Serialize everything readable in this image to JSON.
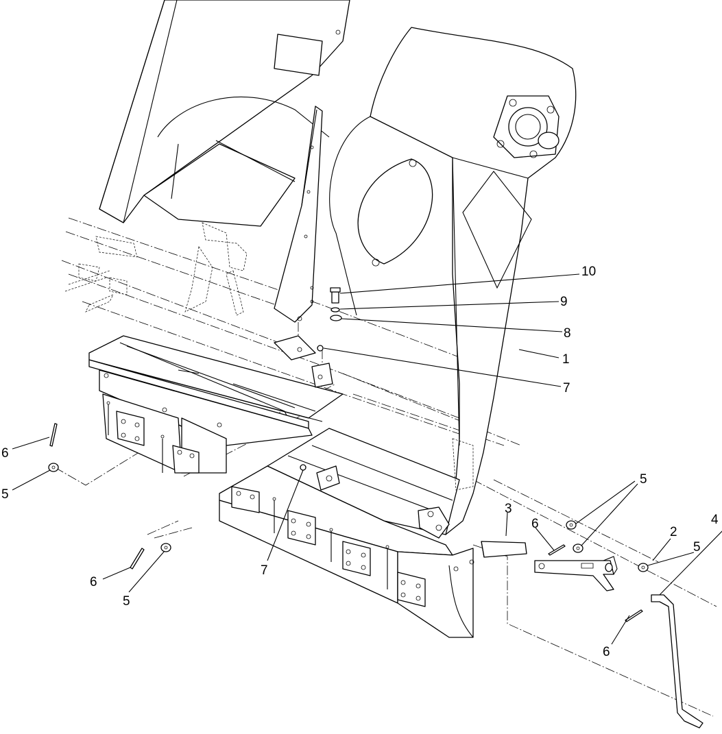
{
  "callouts": [
    {
      "id": "c10",
      "label": "10"
    },
    {
      "id": "c9",
      "label": "9"
    },
    {
      "id": "c8",
      "label": "8"
    },
    {
      "id": "c1",
      "label": "1"
    },
    {
      "id": "c7a",
      "label": "7"
    },
    {
      "id": "c7b",
      "label": "7"
    },
    {
      "id": "c6a",
      "label": "6"
    },
    {
      "id": "c5a",
      "label": "5"
    },
    {
      "id": "c6b",
      "label": "6"
    },
    {
      "id": "c5b",
      "label": "5"
    },
    {
      "id": "c3",
      "label": "3"
    },
    {
      "id": "c6c",
      "label": "6"
    },
    {
      "id": "c5c",
      "label": "5"
    },
    {
      "id": "c2",
      "label": "2"
    },
    {
      "id": "c5d",
      "label": "5"
    },
    {
      "id": "c4",
      "label": "4"
    },
    {
      "id": "c6d",
      "label": "6"
    }
  ]
}
